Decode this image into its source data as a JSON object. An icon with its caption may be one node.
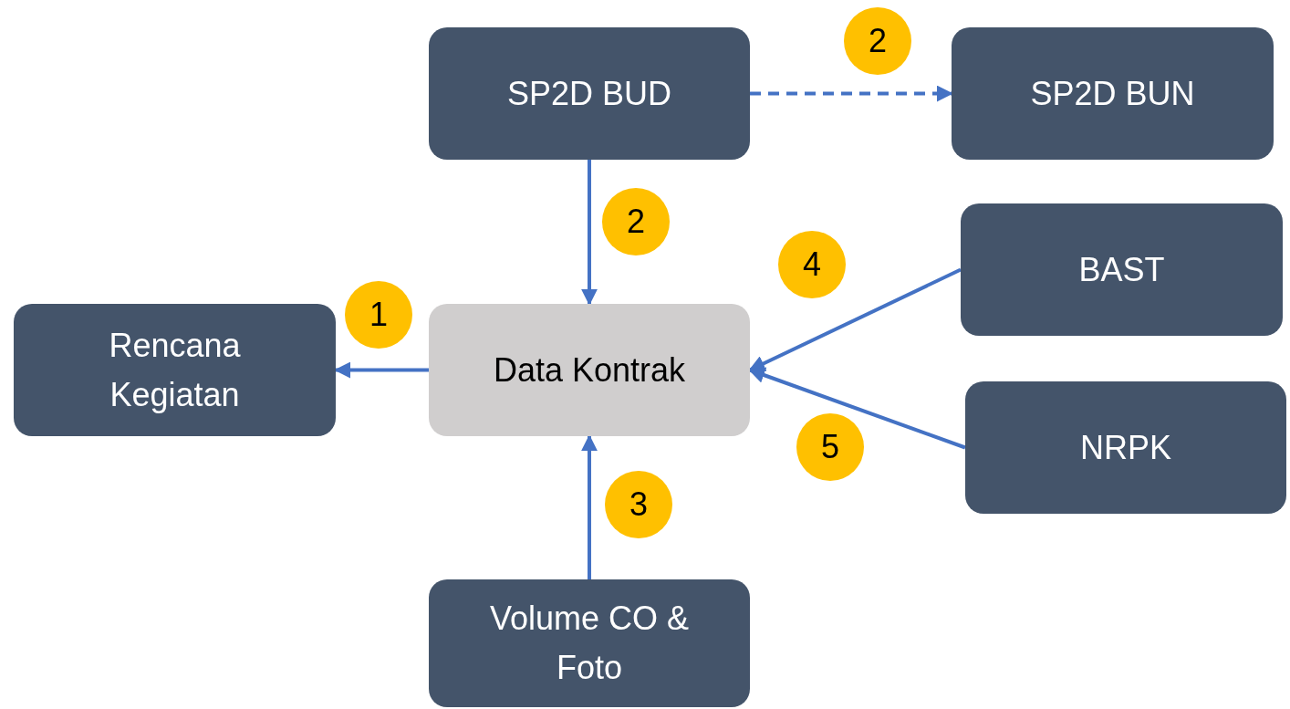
{
  "diagram": {
    "nodes": [
      {
        "text": [
          "SP2D BUD"
        ]
      },
      {
        "text": [
          "SP2D BUN"
        ]
      },
      {
        "text": [
          "Rencana Kegiatan"
        ]
      },
      {
        "text": [
          "Data Kontrak"
        ]
      },
      {
        "text": [
          "BAST"
        ]
      },
      {
        "text": [
          "NRPK"
        ]
      },
      {
        "text": [
          "Volume CO & Foto"
        ]
      }
    ],
    "edges": [
      {
        "from": 0,
        "to": 1,
        "arrow": "to",
        "style": "dashed"
      },
      {
        "from": 0,
        "to": 3,
        "arrow": "to"
      },
      {
        "from": 3,
        "to": 2,
        "arrow": "to"
      },
      {
        "from": 4,
        "to": 3,
        "arrow": "to"
      },
      {
        "from": 5,
        "to": 3,
        "arrow": "to"
      },
      {
        "from": 6,
        "to": 3,
        "arrow": "to"
      }
    ],
    "labels": [
      "2",
      "2",
      "4",
      "1",
      "5",
      "3"
    ]
  }
}
